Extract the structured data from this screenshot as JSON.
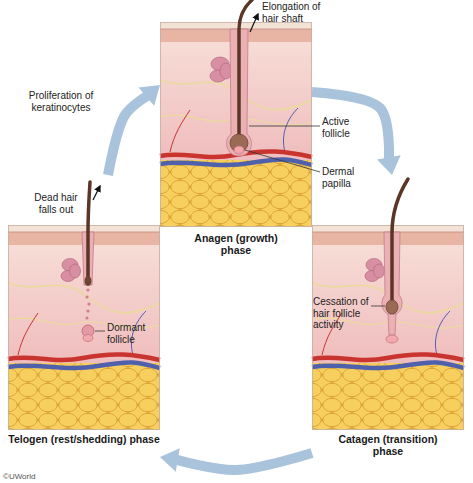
{
  "diagram": {
    "nodes": [
      {
        "text": [
          "Anagen (growth) phase"
        ]
      },
      {
        "text": [
          "Telogen (rest/shedding) phase"
        ]
      },
      {
        "text": [
          "Catagen (transition) phase"
        ]
      }
    ],
    "edges": [
      {
        "from": 0,
        "to": 2,
        "arrow": "to"
      },
      {
        "from": 2,
        "to": 1,
        "arrow": "to"
      },
      {
        "from": 1,
        "to": 0,
        "arrow": "to",
        "label": "Proliferation of keratinocytes"
      }
    ],
    "labels": [
      "Elongation of hair shaft",
      "Active follicle",
      "Dermal papilla",
      "Cessation of hair follicle activity",
      "Dead hair falls out",
      "Dormant follicle",
      "©UWorld"
    ]
  }
}
